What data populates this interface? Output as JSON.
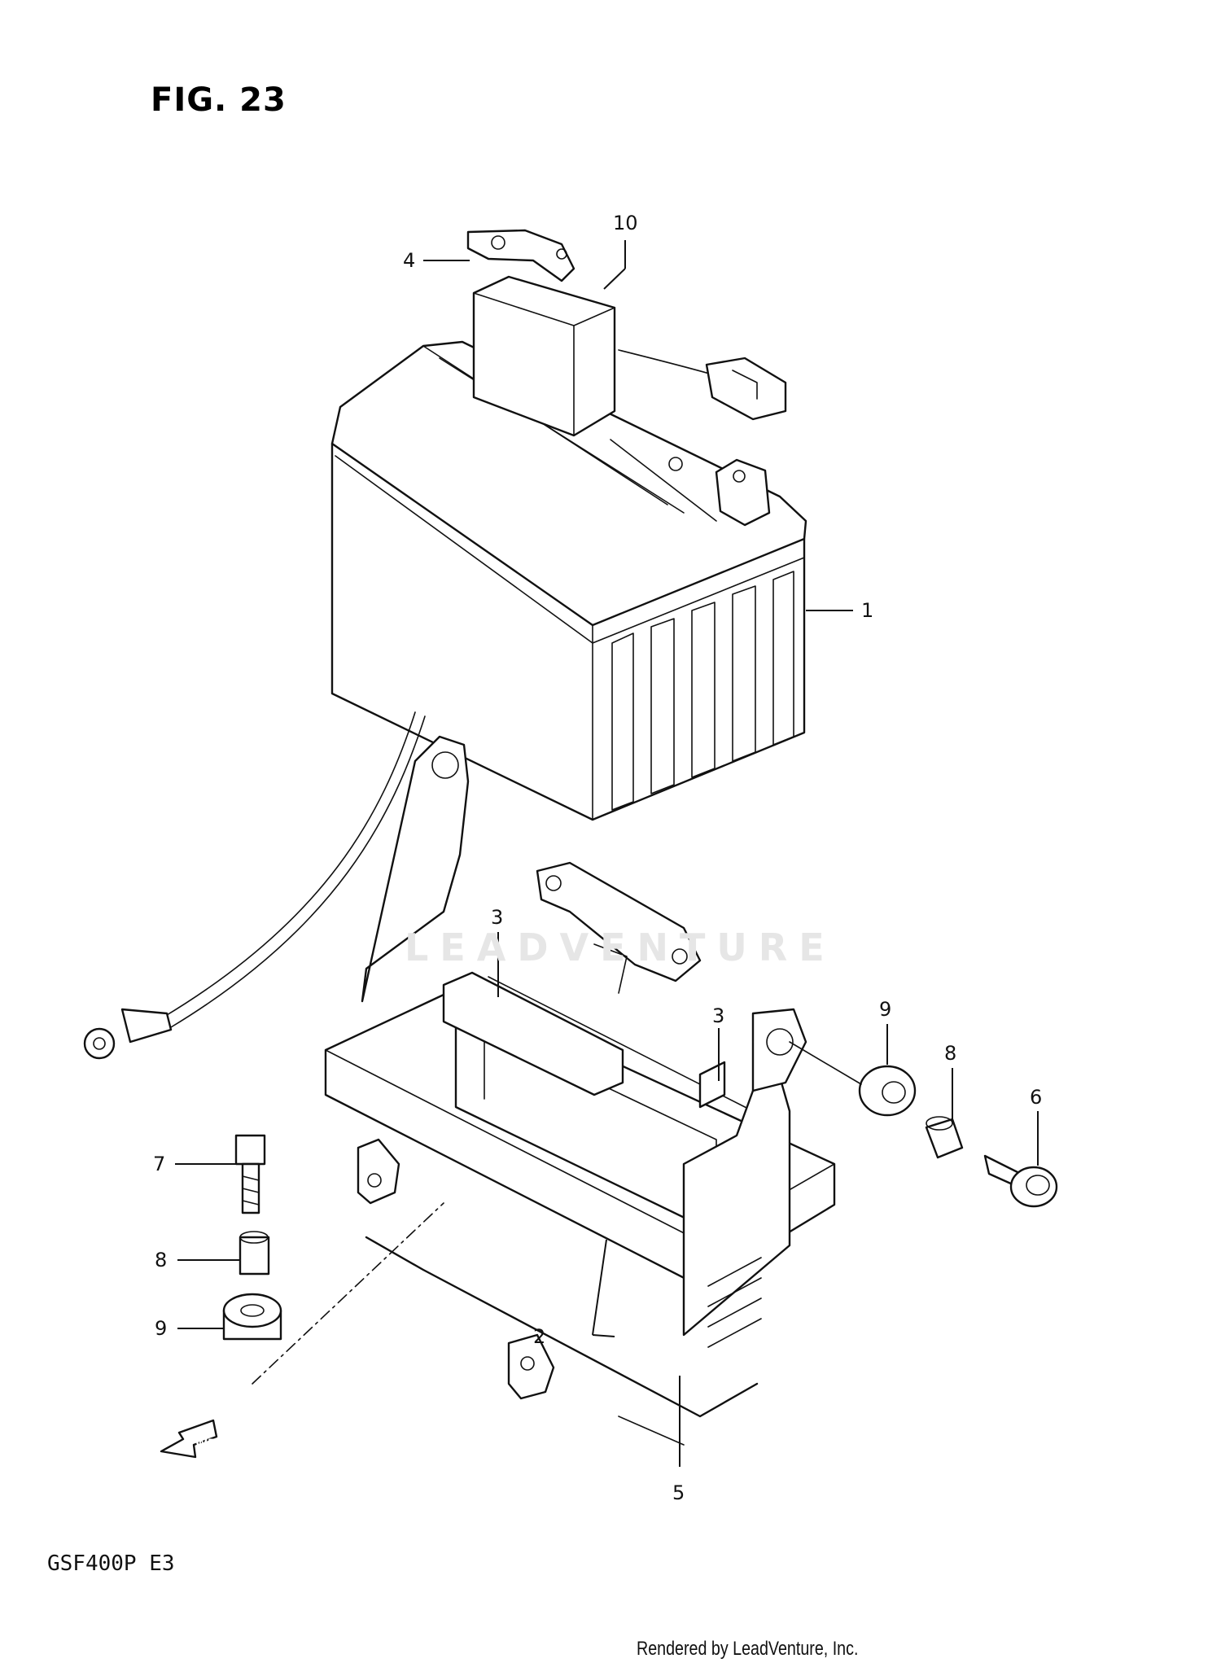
{
  "figure": {
    "title": "FIG. 23",
    "model": "GSF400P  E3",
    "credit": "Rendered by LeadVenture, Inc.",
    "watermark": "LEADVENTURE",
    "fwd_label": "FWD"
  },
  "callouts": [
    {
      "id": "c1",
      "label": "1"
    },
    {
      "id": "c2",
      "label": "2"
    },
    {
      "id": "c3a",
      "label": "3"
    },
    {
      "id": "c3b",
      "label": "3"
    },
    {
      "id": "c4",
      "label": "4"
    },
    {
      "id": "c5",
      "label": "5"
    },
    {
      "id": "c6",
      "label": "6"
    },
    {
      "id": "c7",
      "label": "7"
    },
    {
      "id": "c8a",
      "label": "8"
    },
    {
      "id": "c8b",
      "label": "8"
    },
    {
      "id": "c9a",
      "label": "9"
    },
    {
      "id": "c9b",
      "label": "9"
    },
    {
      "id": "c10",
      "label": "10"
    }
  ]
}
